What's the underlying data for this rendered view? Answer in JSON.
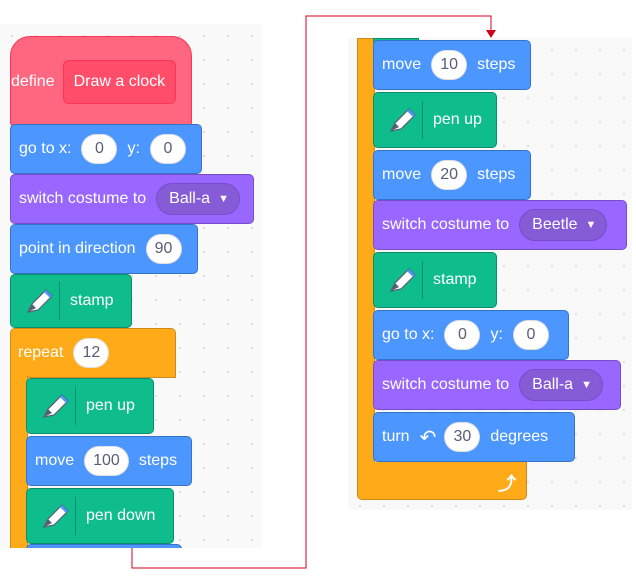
{
  "left_script": {
    "define": {
      "keyword": "define",
      "name": "Draw a clock"
    },
    "goto": {
      "label_x": "go to x:",
      "x": "0",
      "label_y": "y:",
      "y": "0"
    },
    "switch1": {
      "label": "switch costume to",
      "costume": "Ball-a"
    },
    "point": {
      "label": "point in direction",
      "value": "90"
    },
    "stamp": {
      "label": "stamp"
    },
    "repeat": {
      "label": "repeat",
      "count": "12"
    },
    "penup": {
      "label": "pen up"
    },
    "move": {
      "label": "move",
      "value": "100",
      "unit": "steps"
    },
    "pendown": {
      "label": "pen down"
    }
  },
  "right_script": {
    "move1": {
      "label": "move",
      "value": "10",
      "unit": "steps"
    },
    "penup": {
      "label": "pen up"
    },
    "move2": {
      "label": "move",
      "value": "20",
      "unit": "steps"
    },
    "switch1": {
      "label": "switch costume to",
      "costume": "Beetle"
    },
    "stamp": {
      "label": "stamp"
    },
    "goto": {
      "label_x": "go to x:",
      "x": "0",
      "label_y": "y:",
      "y": "0"
    },
    "switch2": {
      "label": "switch costume to",
      "costume": "Ball-a"
    },
    "turn": {
      "label": "turn",
      "value": "30",
      "unit": "degrees"
    }
  },
  "colors": {
    "motion": "#4c97ff",
    "looks": "#9966ff",
    "pen": "#0fbd8c",
    "events": "#ff6680",
    "control": "#ffab19",
    "connector": "#d0021b"
  },
  "icons": [
    "pen-icon",
    "turn-left-icon",
    "loop-arrow-icon",
    "dropdown-caret-icon"
  ]
}
